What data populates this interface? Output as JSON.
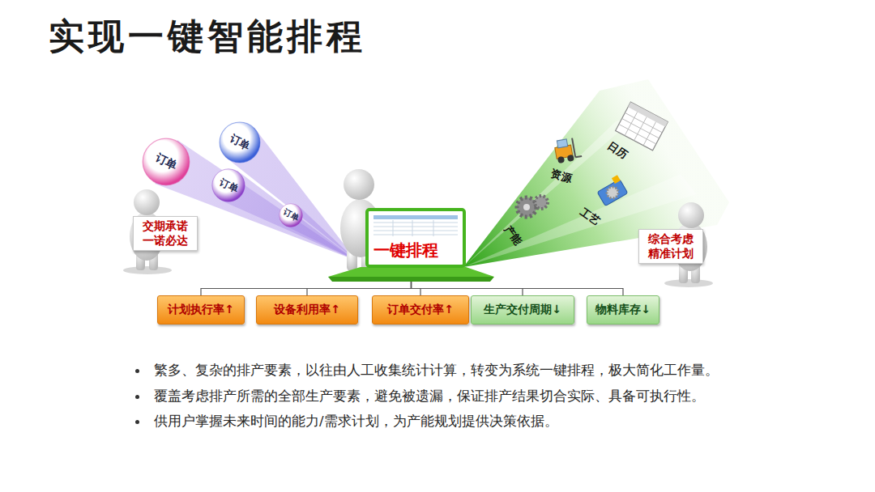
{
  "diagram": {
    "title": "实现一键智能排程",
    "nodes": [
      {
        "text": [
          "交期承诺 一诺必达"
        ]
      },
      {
        "text": [
          "订单"
        ]
      },
      {
        "text": [
          "订单"
        ]
      },
      {
        "text": [
          "订单"
        ]
      },
      {
        "text": [
          "订单"
        ]
      },
      {
        "text": [
          "一键排程"
        ]
      },
      {
        "text": [
          "综合考虑 精准计划"
        ]
      },
      {
        "text": [
          "计划执行率↑"
        ]
      },
      {
        "text": [
          "设备利用率↑"
        ]
      },
      {
        "text": [
          "订单交付率↑"
        ]
      },
      {
        "text": [
          "生产交付周期↓"
        ]
      },
      {
        "text": [
          "物料库存↓"
        ]
      }
    ],
    "edges": [
      {
        "from": 5,
        "to": 7,
        "arrow": "none"
      },
      {
        "from": 5,
        "to": 8,
        "arrow": "none"
      },
      {
        "from": 5,
        "to": 9,
        "arrow": "none"
      },
      {
        "from": 5,
        "to": 10,
        "arrow": "none"
      },
      {
        "from": 5,
        "to": 11,
        "arrow": "none"
      }
    ],
    "labels": [
      "日历",
      "资源",
      "工艺",
      "产能",
      "繁多、复杂的排产要素，以往由人工收集统计计算，转变为系统一键排程，极大简化工作量。",
      "覆盖考虑排产所需的全部生产要素，避免被遗漏，保证排产结果切合实际、具备可执行性。",
      "供用户掌握未来时间的能力/需求计划，为产能规划提供决策依据。"
    ]
  }
}
